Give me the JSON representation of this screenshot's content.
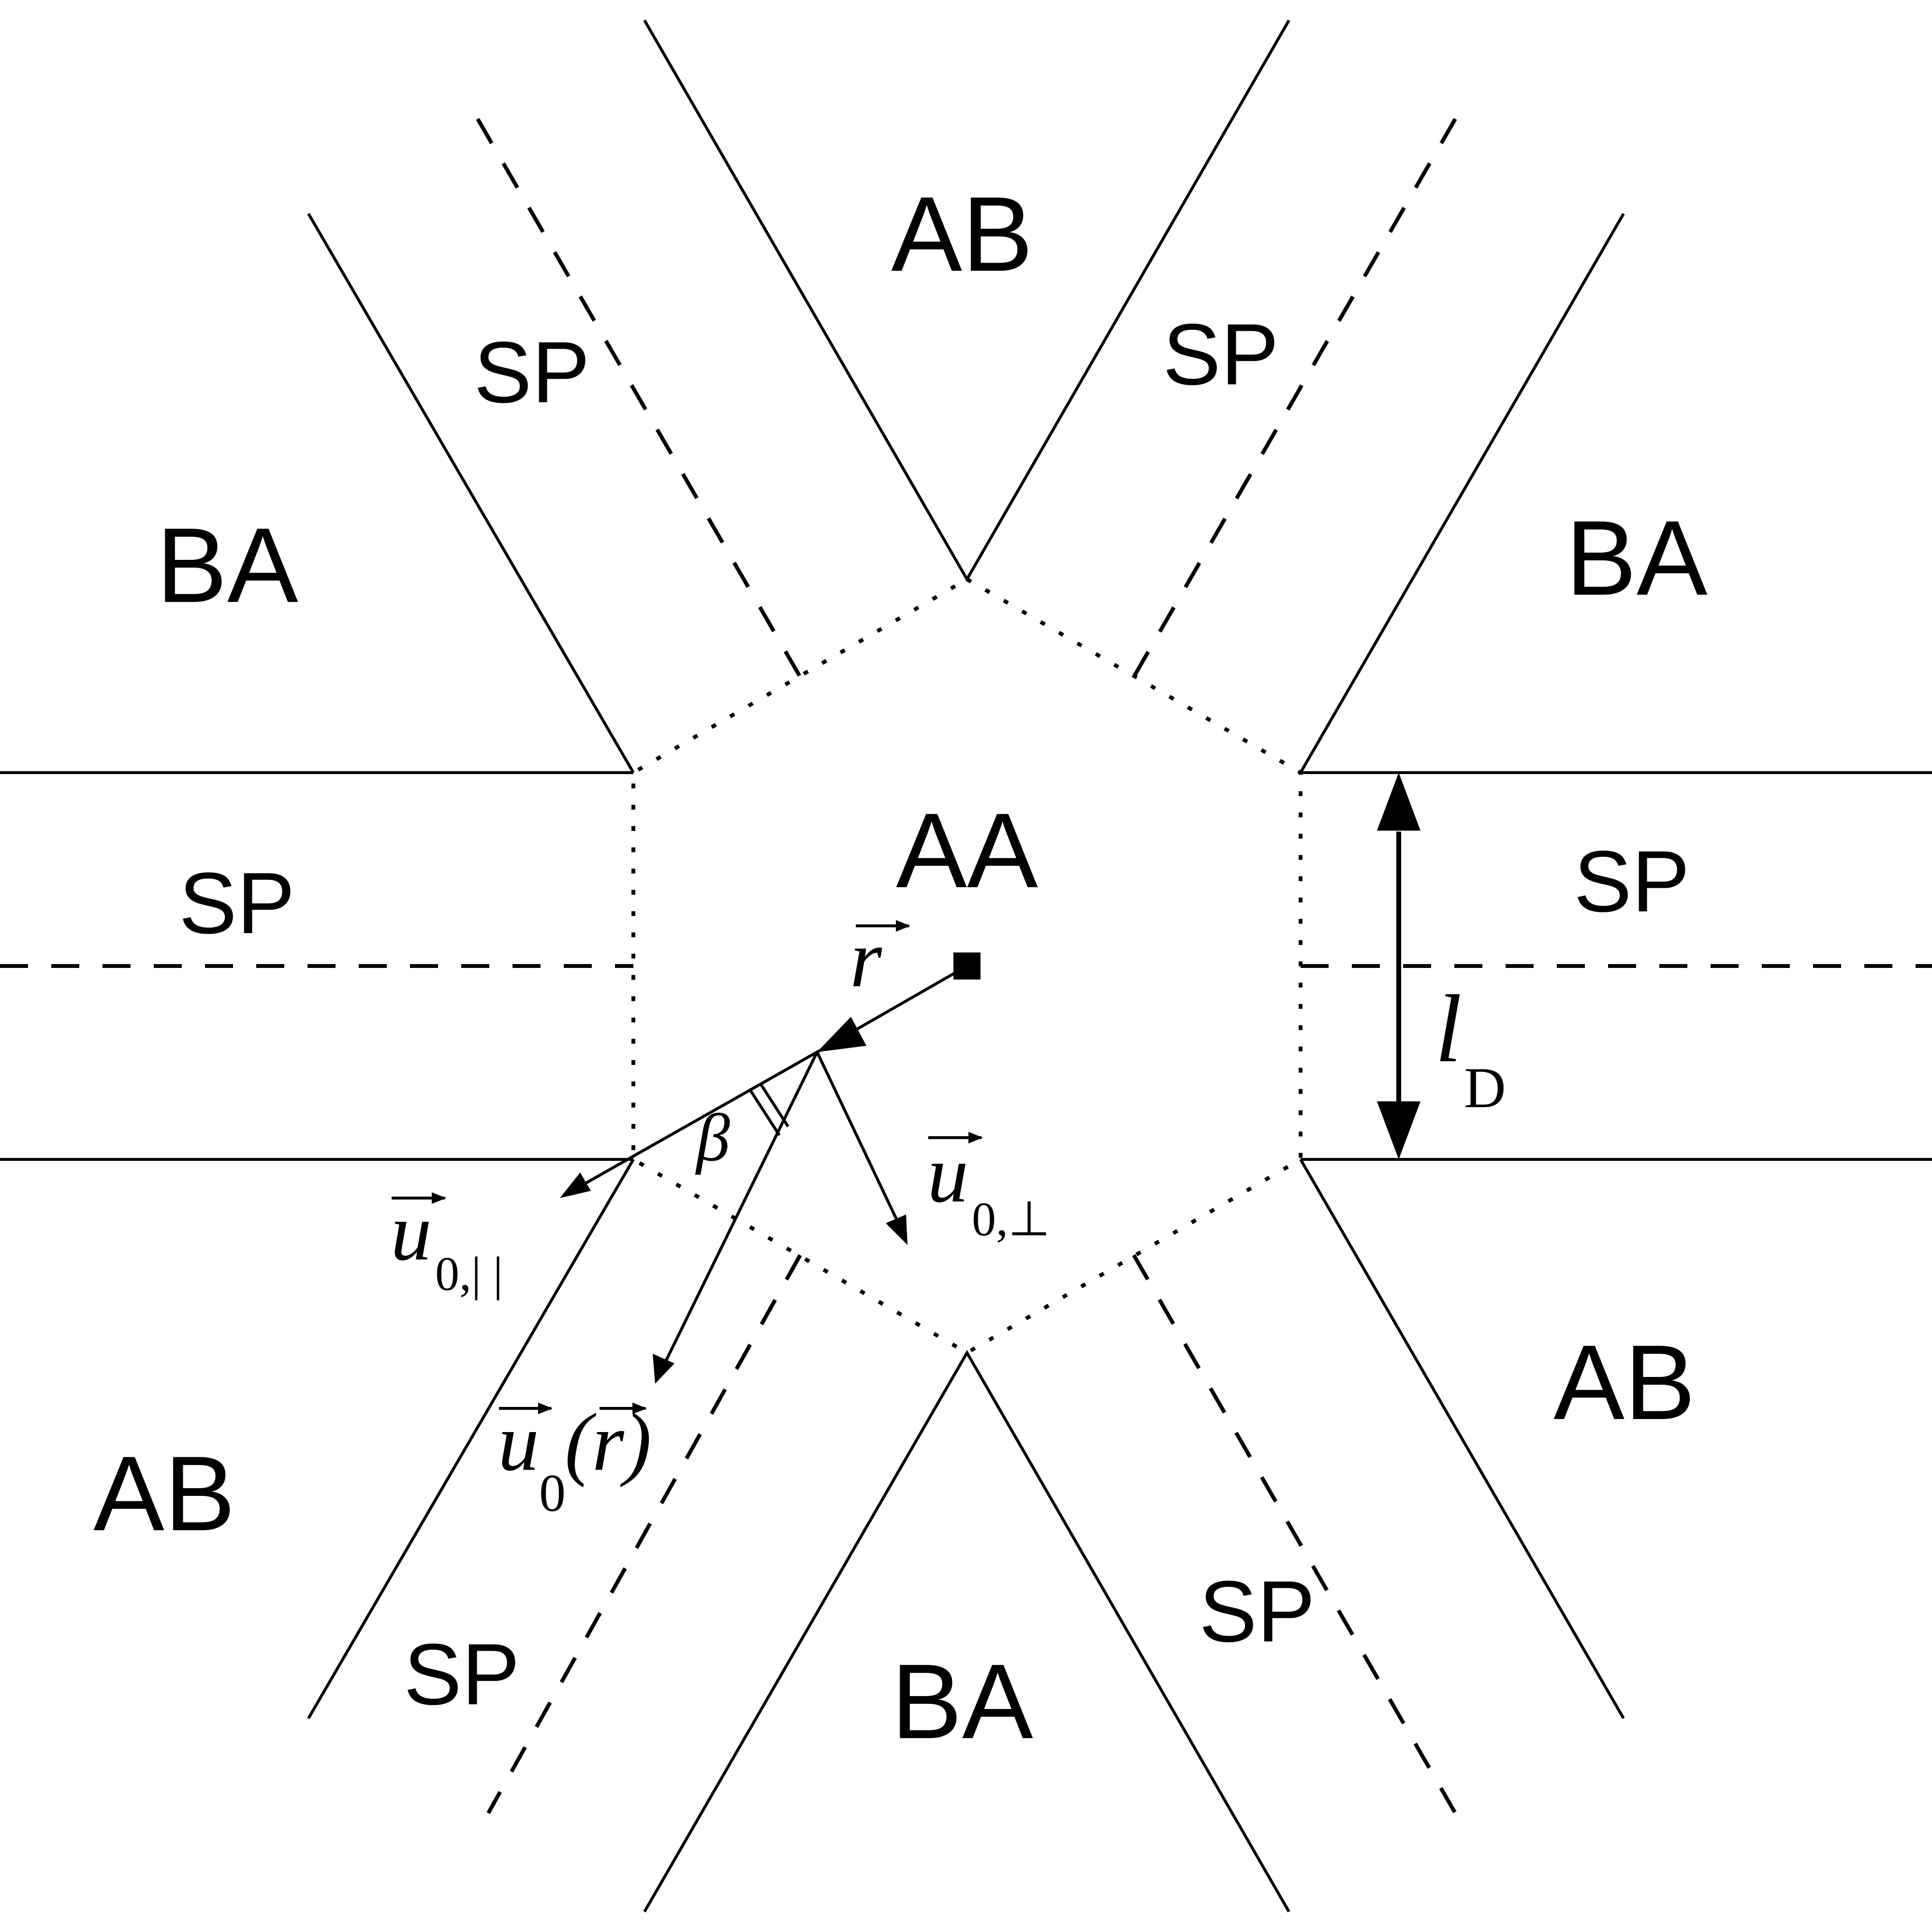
{
  "regions": {
    "center": "AA",
    "top": "AB",
    "upper_left": "BA",
    "upper_right": "BA",
    "lower_left": "AB",
    "lower_right": "AB",
    "bottom": "BA"
  },
  "soliton_labels": {
    "upper_left": "SP",
    "upper_right": "SP",
    "left": "SP",
    "right": "SP",
    "lower_left": "SP",
    "lower_right": "SP"
  },
  "math": {
    "r_vector": "r",
    "beta": "β",
    "u": "u",
    "u_perp_sub": "0,⊥",
    "u_par_sub": "0,| |",
    "u0_sub": "0",
    "u0_arg": "(r)",
    "width_symbol": "l",
    "width_sub": "D"
  }
}
